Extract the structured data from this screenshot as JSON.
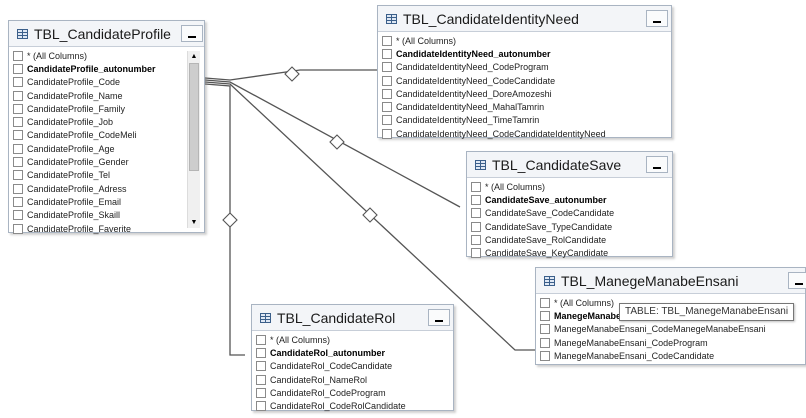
{
  "tables": [
    {
      "id": "profile",
      "title": "TBL_CandidateProfile",
      "rows": [
        "* (All Columns)",
        "CandidateProfile_autonumber",
        "CandidateProfile_Code",
        "CandidateProfile_Name",
        "CandidateProfile_Family",
        "CandidateProfile_Job",
        "CandidateProfile_CodeMeli",
        "CandidateProfile_Age",
        "CandidateProfile_Gender",
        "CandidateProfile_Tel",
        "CandidateProfile_Adress",
        "CandidateProfile_Email",
        "CandidateProfile_Skaill",
        "CandidateProfile_Faverite"
      ],
      "pk_index": 1
    },
    {
      "id": "identity",
      "title": "TBL_CandidateIdentityNeed",
      "rows": [
        "* (All Columns)",
        "CandidateIdentityNeed_autonumber",
        "CandidateIdentityNeed_CodeProgram",
        "CandidateIdentityNeed_CodeCandidate",
        "CandidateIdentityNeed_DoreAmozeshi",
        "CandidateIdentityNeed_MahalTamrin",
        "CandidateIdentityNeed_TimeTamrin",
        "CandidateIdentityNeed_CodeCandidateIdentityNeed"
      ],
      "pk_index": 1
    },
    {
      "id": "save",
      "title": "TBL_CandidateSave",
      "rows": [
        "* (All Columns)",
        "CandidateSave_autonumber",
        "CandidateSave_CodeCandidate",
        "CandidateSave_TypeCandidate",
        "CandidateSave_RolCandidate",
        "CandidateSave_KeyCandidate"
      ],
      "pk_index": 1
    },
    {
      "id": "manege",
      "title": "TBL_ManegeManabeEnsani",
      "rows": [
        "* (All Columns)",
        "ManegeManabeEnsani_autonumber",
        "ManegeManabeEnsani_CodeManegeManabeEnsani",
        "ManegeManabeEnsani_CodeProgram",
        "ManegeManabeEnsani_CodeCandidate"
      ],
      "pk_index": 1
    },
    {
      "id": "rol",
      "title": "TBL_CandidateRol",
      "rows": [
        "* (All Columns)",
        "CandidateRol_autonumber",
        "CandidateRol_CodeCandidate",
        "CandidateRol_NameRol",
        "CandidateRol_CodeProgram",
        "CandidateRol_CodeRolCandidate"
      ],
      "pk_index": 1
    }
  ],
  "tooltip": "TABLE: TBL_ManegeManabeEnsani",
  "icons": {
    "table": "table-grid-icon",
    "minimize": "minimize-icon",
    "scroll_up": "scroll-up-arrow-icon",
    "scroll_down": "scroll-down-arrow-icon",
    "relationship": "relationship-diamond-icon"
  },
  "colors": {
    "line": "#555555",
    "header": "#f3f5f8",
    "border": "#a9b4c2"
  }
}
